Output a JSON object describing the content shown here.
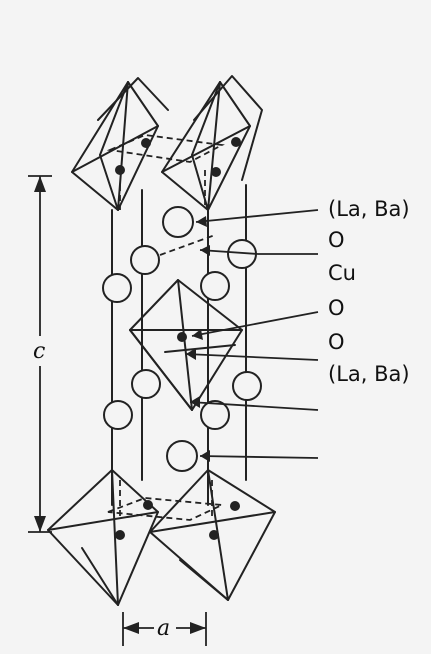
{
  "diagram": {
    "labels": {
      "la_ba_top": "(La, Ba)",
      "o_1": "O",
      "cu": "Cu",
      "o_2": "O",
      "o_3": "O",
      "la_ba_bottom": "(La, Ba)"
    },
    "axes": {
      "c": "c",
      "a": "a"
    }
  }
}
